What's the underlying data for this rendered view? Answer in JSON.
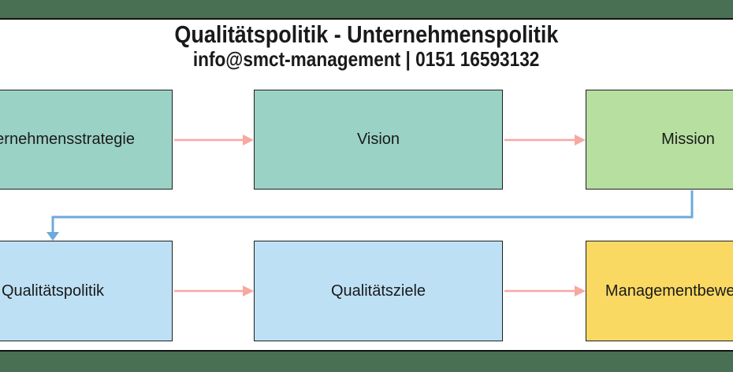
{
  "header": {
    "title": "Qualitätspolitik - Unternehmenspolitik",
    "subtitle": "info@smct-management | 0151 16593132"
  },
  "diagram": {
    "nodes": [
      {
        "id": "unternehmensstrategie",
        "label": "Unternehmensstrategie",
        "fill": "#9ad2c5",
        "row": 1,
        "col": 1
      },
      {
        "id": "vision",
        "label": "Vision",
        "fill": "#9ad2c5",
        "row": 1,
        "col": 2
      },
      {
        "id": "mission",
        "label": "Mission",
        "fill": "#b6dfa0",
        "row": 1,
        "col": 3
      },
      {
        "id": "qualitaetspolitik",
        "label": "Qualitätspolitik",
        "fill": "#bde0f5",
        "row": 2,
        "col": 1
      },
      {
        "id": "qualitaetsziele",
        "label": "Qualitätsziele",
        "fill": "#bde0f5",
        "row": 2,
        "col": 2
      },
      {
        "id": "managementbewertung",
        "label": "Managementbewertung",
        "fill": "#fad963",
        "row": 2,
        "col": 3
      }
    ],
    "connectors": [
      {
        "from": "unternehmensstrategie",
        "to": "vision",
        "style": "straight-right",
        "color": "#f7a8a0"
      },
      {
        "from": "vision",
        "to": "mission",
        "style": "straight-right",
        "color": "#f7a8a0"
      },
      {
        "from": "mission",
        "to": "qualitaetspolitik",
        "style": "elbow-down-left-down",
        "color": "#6fa8dc"
      },
      {
        "from": "qualitaetspolitik",
        "to": "qualitaetsziele",
        "style": "straight-right",
        "color": "#f7a8a0"
      },
      {
        "from": "qualitaetsziele",
        "to": "managementbewertung",
        "style": "straight-right",
        "color": "#f7a8a0"
      }
    ]
  },
  "colors": {
    "bar_green": "#4a7053",
    "separator_black": "#111111",
    "node_border": "#1f1f1f",
    "node_teal": "#9ad2c5",
    "node_green": "#b6dfa0",
    "node_blue": "#bde0f5",
    "node_yellow": "#fad963",
    "arrow_pink": "#f7a8a0",
    "arrow_blue": "#6fa8dc",
    "text": "#1a1a1a",
    "background": "#ffffff"
  }
}
